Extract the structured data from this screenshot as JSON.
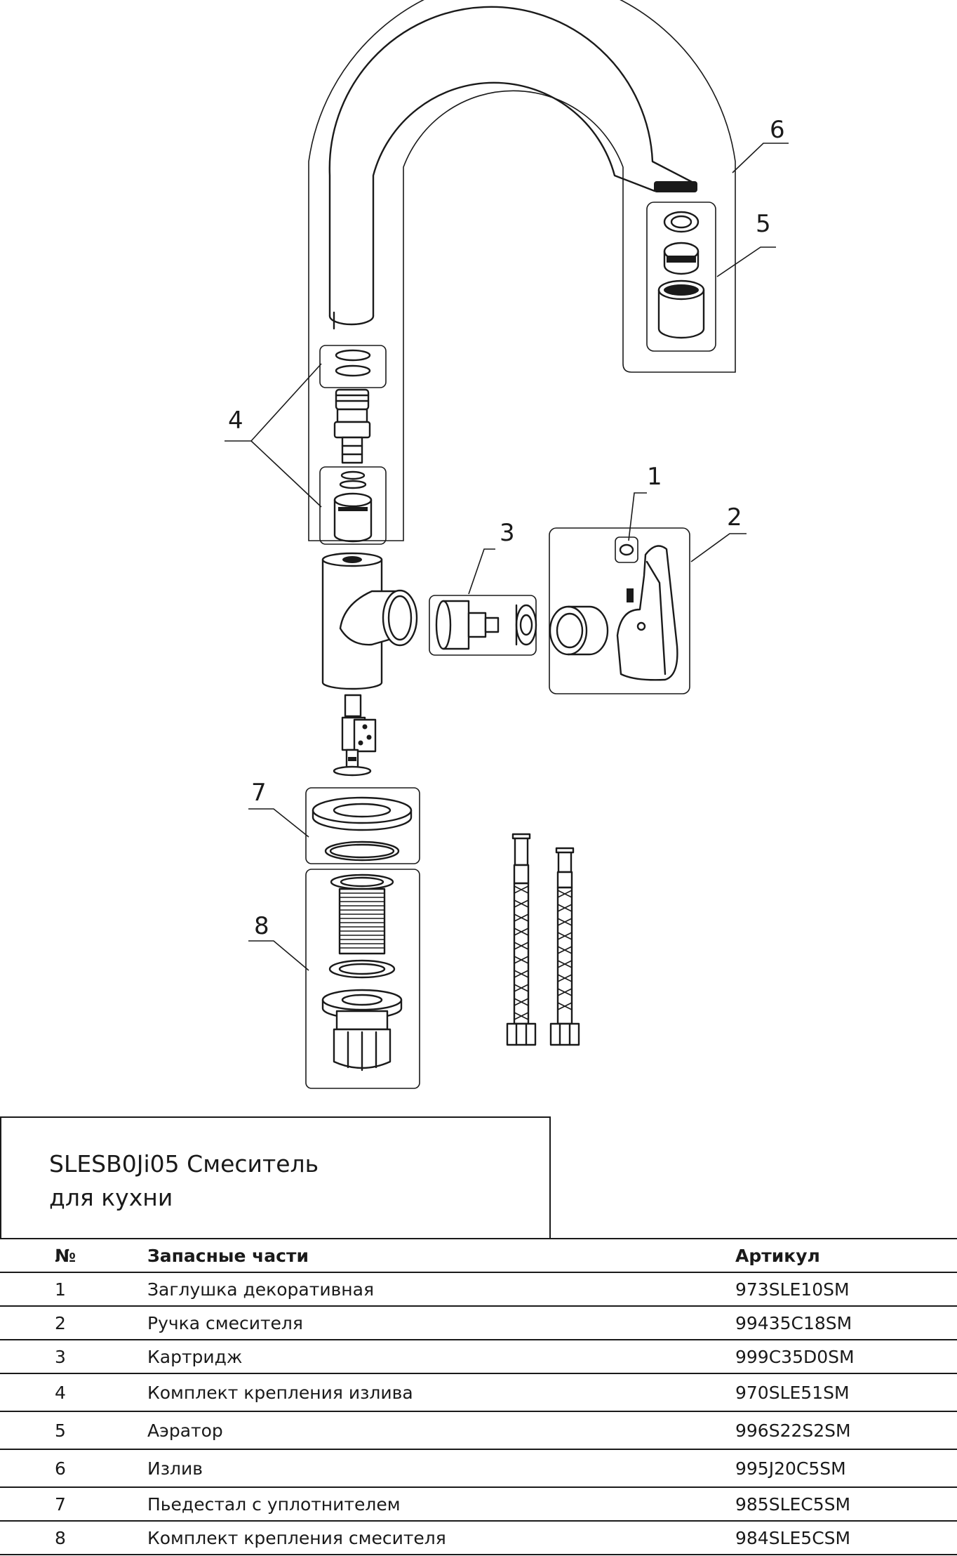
{
  "callouts": [
    "1",
    "2",
    "3",
    "4",
    "5",
    "6",
    "7",
    "8"
  ],
  "title": "SLESB0Ji05 Смеситель\nдля кухни",
  "table": {
    "headers": [
      "№",
      "Запасные части",
      "Артикул"
    ],
    "rows": [
      {
        "num": "1",
        "name": "Заглушка декоративная",
        "sku": "973SLE10SM"
      },
      {
        "num": "2",
        "name": "Ручка смесителя",
        "sku": "99435C18SM"
      },
      {
        "num": "3",
        "name": "Картридж",
        "sku": "999C35D0SM"
      },
      {
        "num": "4",
        "name": "Комплект крепления излива",
        "sku": "970SLE51SM"
      },
      {
        "num": "5",
        "name": "Аэратор",
        "sku": "996S22S2SM"
      },
      {
        "num": "6",
        "name": "Излив",
        "sku": "995J20C5SM"
      },
      {
        "num": "7",
        "name": "Пьедестал с уплотнителем",
        "sku": "985SLEC5SM"
      },
      {
        "num": "8",
        "name": "Комплект крепления смесителя",
        "sku": "984SLE5CSM"
      }
    ]
  }
}
